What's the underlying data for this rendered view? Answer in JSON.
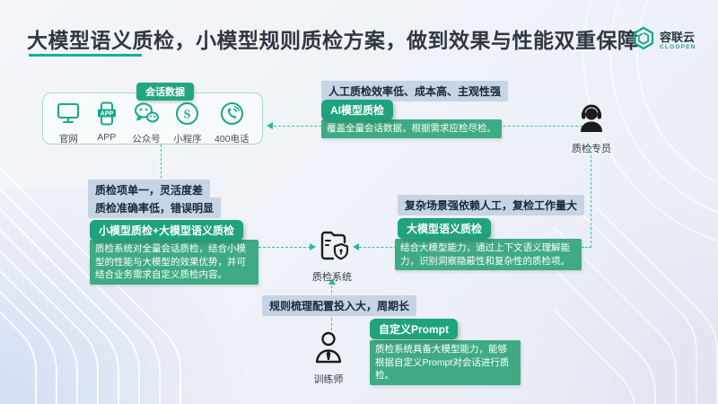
{
  "title": "大模型语义质检，小模型规则质检方案，做到效果与性能双重保障",
  "logo": {
    "name": "容联云",
    "sub": "CLOOPEN"
  },
  "channels": {
    "label": "会话数据",
    "items": [
      {
        "name": "官网"
      },
      {
        "name": "APP"
      },
      {
        "name": "公众号"
      },
      {
        "name": "小程序"
      },
      {
        "name": "400电话"
      }
    ]
  },
  "nodes": {
    "inspector": "质检专员",
    "system": "质检系统",
    "trainer": "训练师"
  },
  "flows": {
    "top": {
      "pain": "人工质检效率低、成本高、主观性强",
      "solution": "AI模型质检",
      "detail": "覆盖全量会话数据，根据需求应检尽检。"
    },
    "left": {
      "pains": [
        "质检项单一，灵活度差",
        "质检准确率低，错误明显"
      ],
      "solution": "小模型质检+大模型语义质检",
      "detail": "质检系统对全量会话质检，结合小模型的性能与大模型的效果优势，并可结合业务需求自定义质检内容。"
    },
    "right": {
      "pain": "复杂场景强依赖人工，复检工作量大",
      "solution": "大模型语义质检",
      "detail": "结合大模型能力，通过上下文语义理解能力，识别洞察隐蔽性和复杂性的质检项。"
    },
    "bottom": {
      "pain": "规则梳理配置投入大，周期长",
      "solution": "自定义Prompt",
      "detail": "质检系统具备大模型能力，能够根据自定义Prompt对会话进行质检。"
    }
  },
  "colors": {
    "accent_green": "#1fa37c",
    "detail_green": "#3faa84",
    "pain_blue": "#c6d5e4",
    "line_teal": "#3fc2a2",
    "icon_teal": "#14a98c",
    "title_dark": "#2f3842"
  }
}
